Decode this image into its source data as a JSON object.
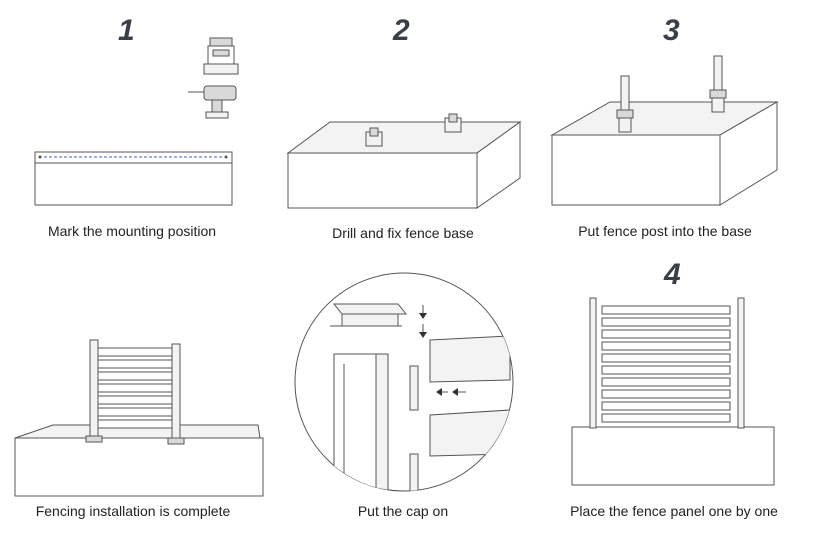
{
  "steps": {
    "s1": {
      "number": "1",
      "caption": "Mark the mounting position"
    },
    "s2": {
      "number": "2",
      "caption": "Drill and fix fence base"
    },
    "s3": {
      "number": "3",
      "caption": "Put fence post into the base"
    },
    "s4": {
      "number": "4",
      "caption": "Place the fence panel one by one"
    },
    "s5": {
      "caption": "Put the cap on"
    },
    "s6": {
      "caption": "Fencing installation is complete"
    }
  }
}
